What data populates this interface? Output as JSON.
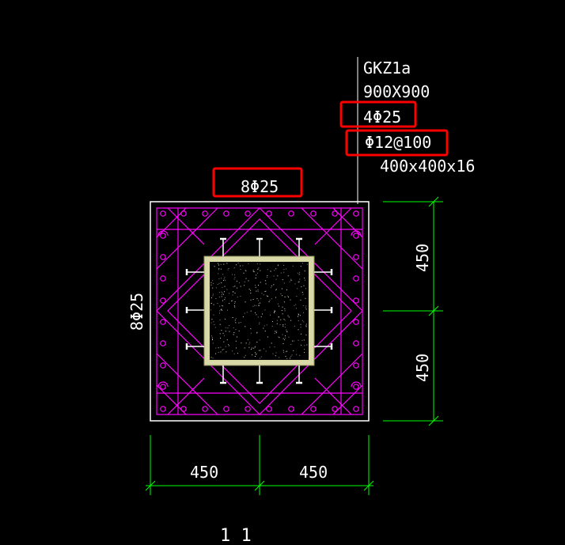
{
  "title_block": {
    "name": "GKZ1a",
    "section": "900X900",
    "corner_bars": "4Φ25",
    "stirrups": "Φ12@100",
    "steel_core": "400x400x16"
  },
  "side_bars": {
    "top": "8Φ25",
    "left": "8Φ25"
  },
  "dimensions": {
    "right_upper": "450",
    "right_lower": "450",
    "bottom_left": "450",
    "bottom_right": "450"
  },
  "section_mark": "1 1",
  "colors": {
    "background": "#000000",
    "text": "#ffffff",
    "rebar": "#ff00ff",
    "dimension": "#00ff00",
    "highlight": "#ff0000",
    "steel_plate": "#d9d9a8",
    "outline": "#ffffff"
  }
}
